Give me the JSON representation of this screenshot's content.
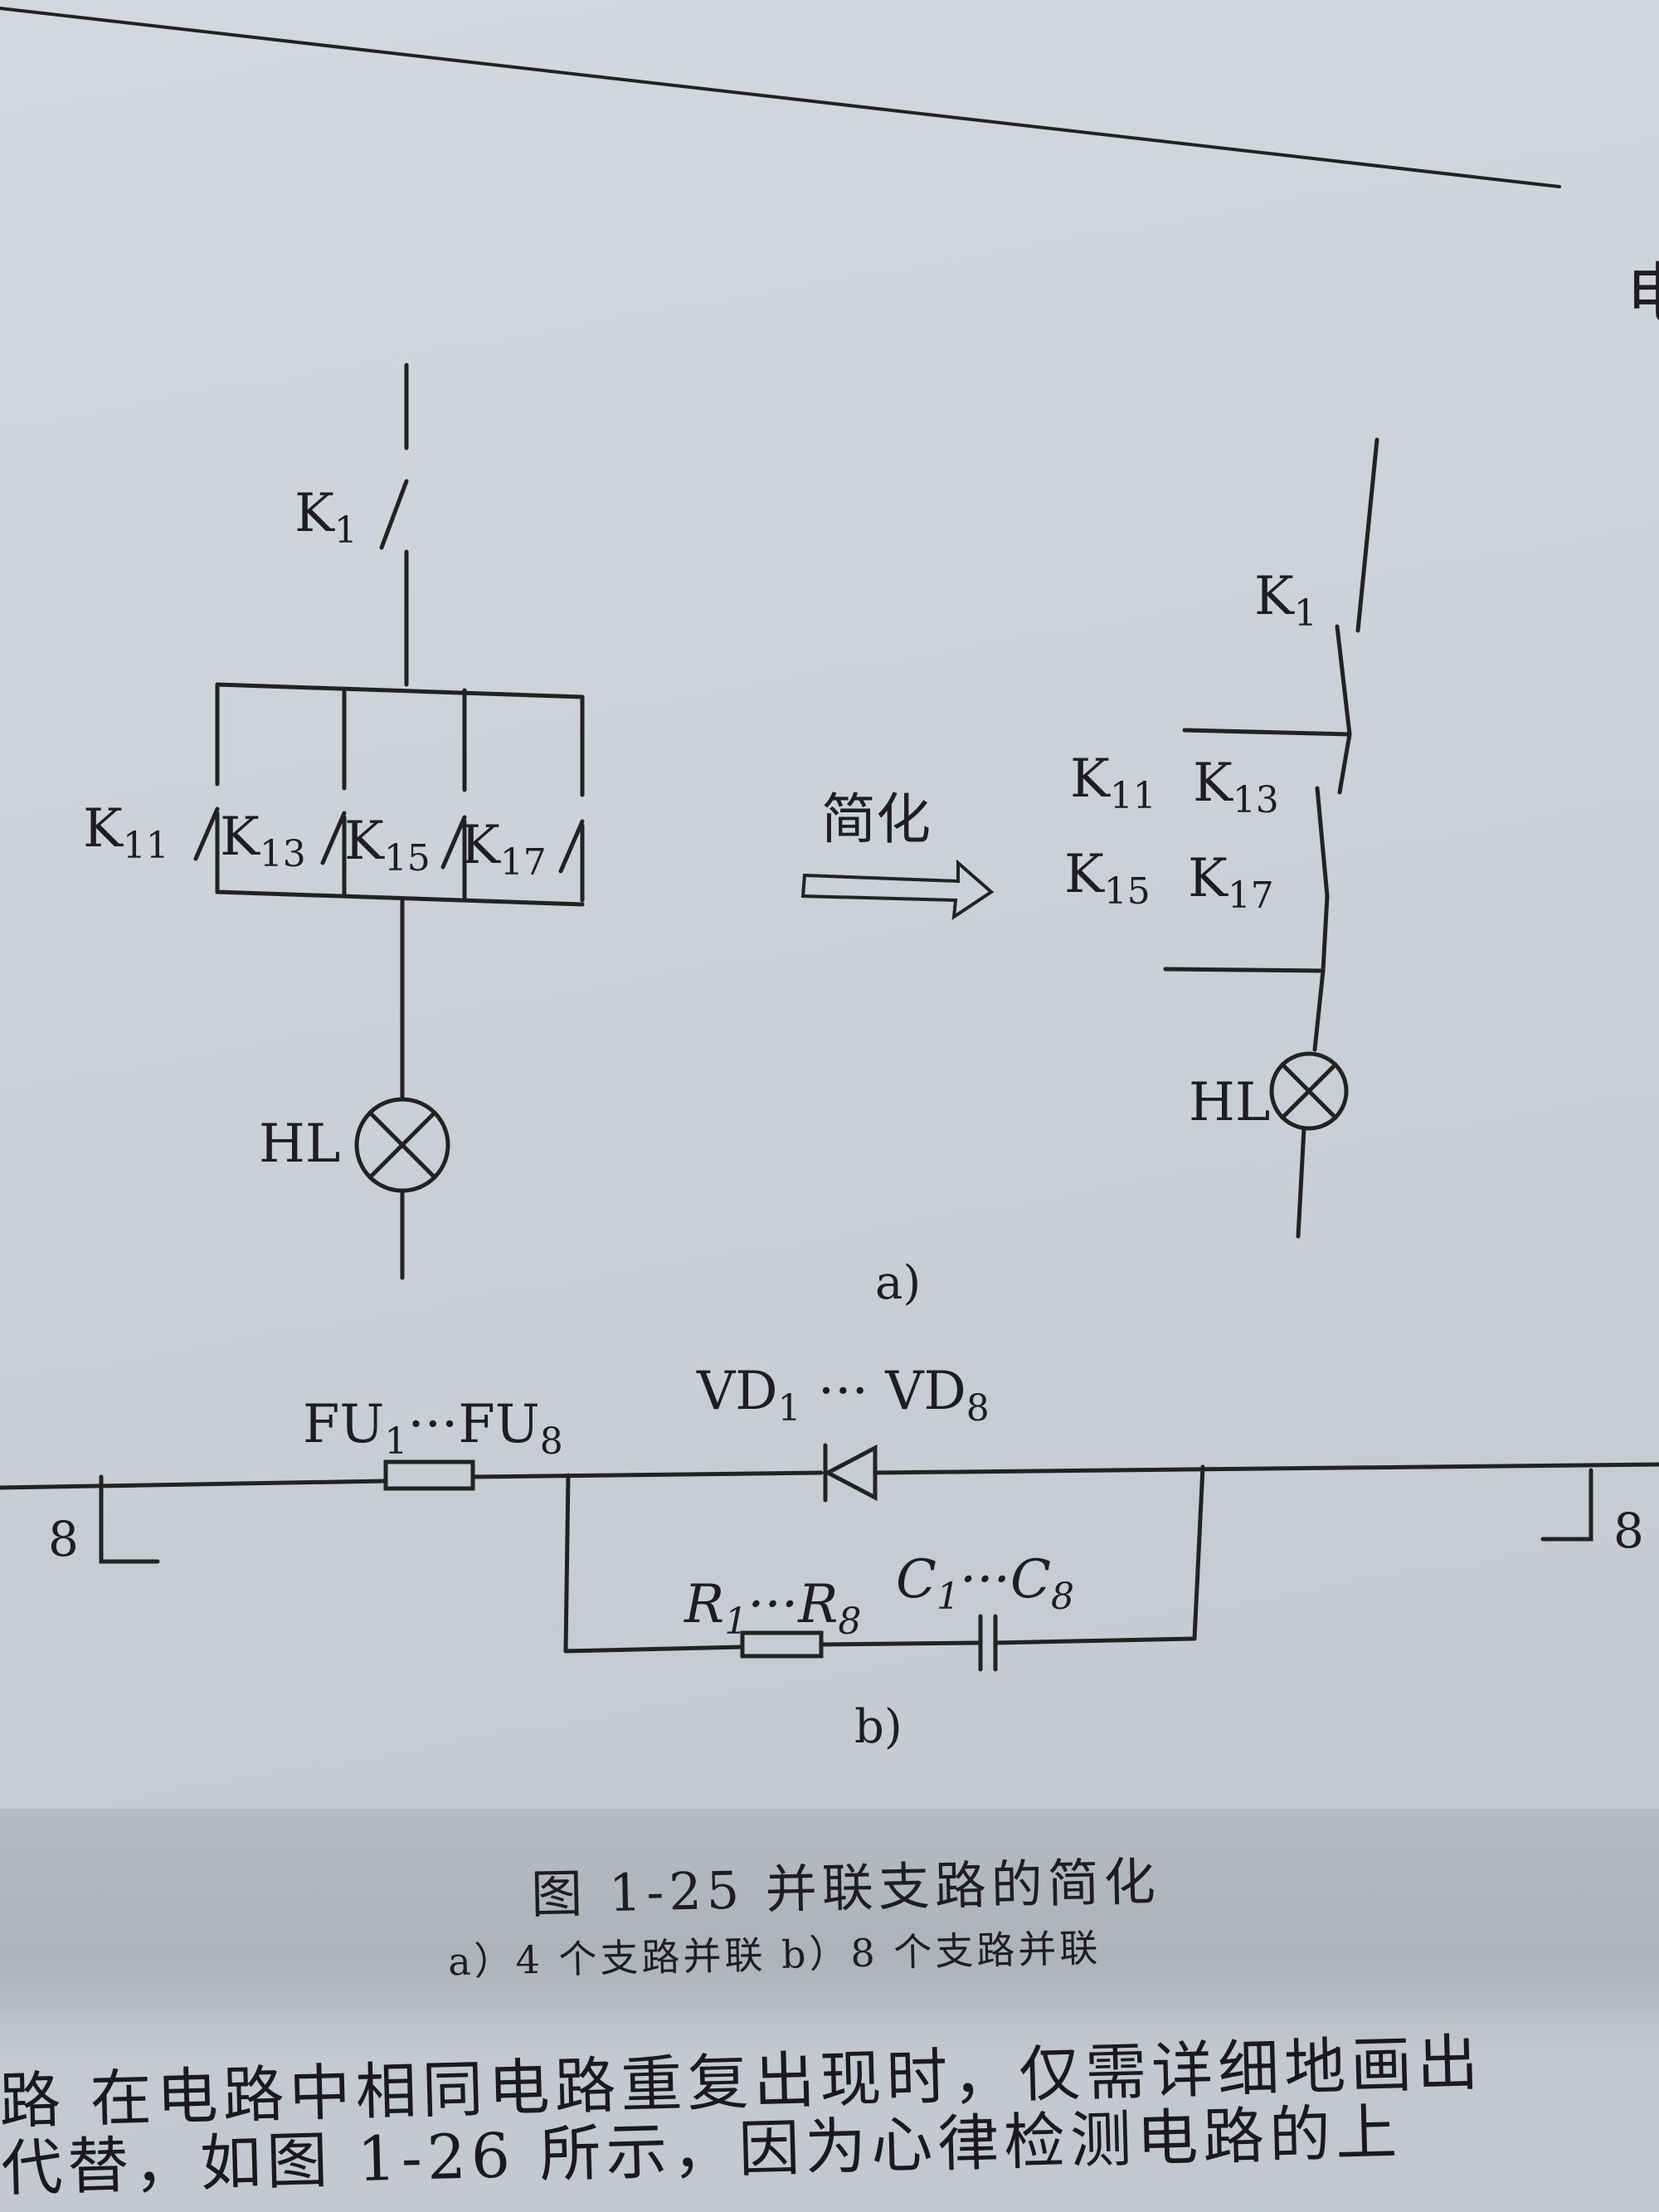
{
  "diagram_a": {
    "labels": {
      "k1": "K",
      "k1_sub": "1",
      "k11": "K",
      "k11_sub": "11",
      "k13": "K",
      "k13_sub": "13",
      "k15": "K",
      "k15_sub": "15",
      "k17": "K",
      "k17_sub": "17",
      "hl": "HL",
      "arrow": "简化",
      "right_k1": "K",
      "right_k1_sub": "1",
      "right_k11": "K",
      "right_k11_sub": "11",
      "right_k13": "K",
      "right_k13_sub": "13",
      "right_k15": "K",
      "right_k15_sub": "15",
      "right_k17": "K",
      "right_k17_sub": "17",
      "right_hl": "HL"
    },
    "caption": "a)"
  },
  "diagram_b": {
    "labels": {
      "fu": "FU",
      "fu_sub1": "1",
      "fu_mid": "···FU",
      "fu_sub2": "8",
      "vd": "VD",
      "vd_sub1": "1",
      "vd_mid": " ··· VD",
      "vd_sub2": "8",
      "r": "R",
      "r_sub1": "1",
      "r_mid": "···R",
      "r_sub2": "8",
      "c": "C",
      "c_sub1": "1",
      "c_mid": "···C",
      "c_sub2": "8",
      "left_count": "8",
      "right_count": "8"
    },
    "caption": "b)"
  },
  "figure_caption": {
    "title": "图 1-25   并联支路的简化",
    "subtitle": "a）4 个支路并联   b）8 个支路并联"
  },
  "body_text": {
    "line1": "路   在电路中相同电路重复出现时，仅需详细地画出",
    "line2": "  代替，如图 1-26 所示，因为心律检测电路的上"
  },
  "edge_char": "电",
  "colors": {
    "ink": "#1e1e22",
    "paper": "#cbd0d7"
  }
}
